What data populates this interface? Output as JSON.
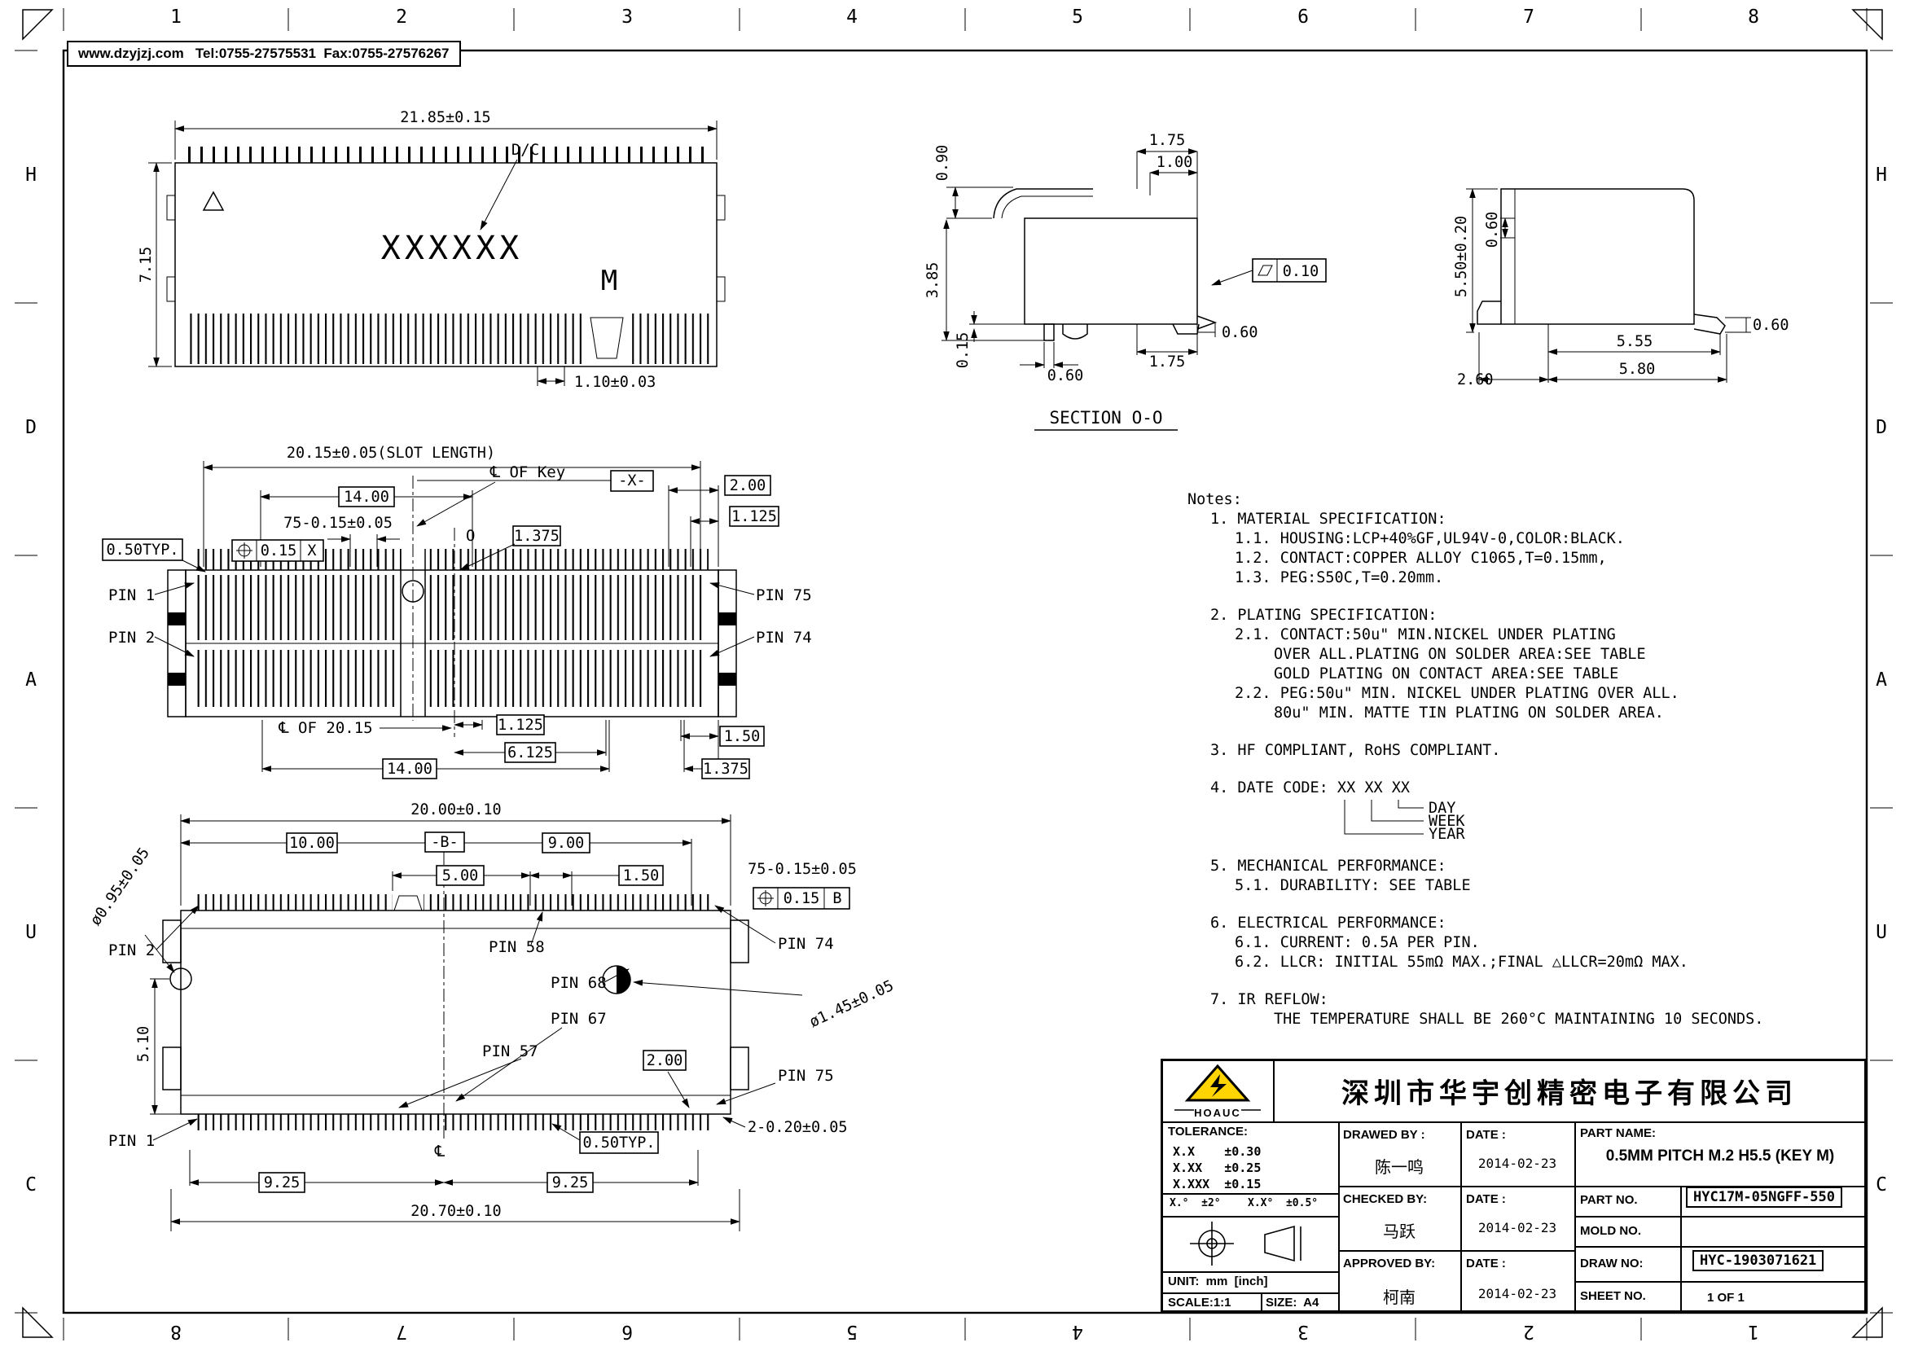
{
  "header": {
    "contact": "www.dzyjzj.com   Tel:0755-27575531  Fax:0755-27576267"
  },
  "frame": {
    "cols": [
      "1",
      "2",
      "3",
      "4",
      "5",
      "6",
      "7",
      "8"
    ],
    "rows": [
      "H",
      "D",
      "A",
      "U",
      "C"
    ]
  },
  "top_view": {
    "dim_width": "21.85±0.15",
    "dc_label": "D/C",
    "marking": "XXXXXX",
    "key_letter": "M",
    "dim_height": "7.15",
    "dim_pitch": "1.10±0.03"
  },
  "section_view": {
    "title": "SECTION O-O",
    "dim_090": "0.90",
    "dim_175_top": "1.75",
    "dim_100": "1.00",
    "flatness": "0.10",
    "dim_385": "3.85",
    "dim_015": "0.15",
    "dim_060_left": "0.60",
    "dim_175_bottom": "1.75",
    "dim_060_right": "0.60"
  },
  "side_view": {
    "dim_height": "5.50±0.20",
    "dim_060_top": "0.60",
    "dim_060_right": "0.60",
    "dim_555": "5.55",
    "dim_260": "2.60",
    "dim_580": "5.80"
  },
  "front_view": {
    "dim_slot": "20.15±0.05(SLOT LENGTH)",
    "dim_1400_top": "14.00",
    "dim_pins": "75-0.15±0.05",
    "fcf_value": "0.15",
    "fcf_datum": "X",
    "dim_1375_top": "1.375",
    "cl_of_key": "℄ OF Key",
    "datum_x": "-X-",
    "dim_200": "2.00",
    "dim_1125_top": "1.125",
    "dim_050typ": "0.50TYP.",
    "section_o_top": "O",
    "pin1": "PIN 1",
    "pin2": "PIN 2",
    "pin75": "PIN 75",
    "pin74": "PIN 74",
    "cl_of_2015": "℄ OF 20.15",
    "dim_1125_bottom": "1.125",
    "dim_6125": "6.125",
    "dim_150": "1.50",
    "dim_1375_bottom": "1.375",
    "dim_1400_bottom": "14.00"
  },
  "bottom_view": {
    "dim_2000": "20.00±0.10",
    "dim_1000": "10.00",
    "datum_b": "-B-",
    "dim_900": "9.00",
    "dim_500": "5.00",
    "dim_150": "1.50",
    "dim_pins": "75-0.15±0.05",
    "fcf_value": "0.15",
    "fcf_datum": "B",
    "dia_small": "ø0.95±0.05",
    "dia_large": "ø1.45±0.05",
    "pin2": "PIN 2",
    "pin58": "PIN 58",
    "pin74": "PIN 74",
    "pin68": "PIN 68",
    "pin67": "PIN 67",
    "pin57": "PIN 57",
    "dim_200": "2.00",
    "pin75": "PIN 75",
    "dim_510": "5.10",
    "pin1": "PIN 1",
    "centerline": "℄",
    "dim_050typ": "0.50TYP.",
    "dim_2_020": "2-0.20±0.05",
    "dim_925_left": "9.25",
    "dim_925_right": "9.25",
    "dim_2070": "20.70±0.10"
  },
  "notes": {
    "title": "Notes:",
    "n1": "1. MATERIAL SPECIFICATION:",
    "n1_1": "1.1. HOUSING:LCP+40%GF,UL94V-0,COLOR:BLACK.",
    "n1_2": "1.2. CONTACT:COPPER ALLOY C1065,T=0.15mm,",
    "n1_3": "1.3. PEG:S50C,T=0.20mm.",
    "n2": "2. PLATING SPECIFICATION:",
    "n2_1a": "2.1. CONTACT:50u\" MIN.NICKEL UNDER PLATING",
    "n2_1b": "OVER ALL.PLATING ON SOLDER AREA:SEE TABLE",
    "n2_1c": "GOLD PLATING ON CONTACT AREA:SEE TABLE",
    "n2_2a": "2.2. PEG:50u\" MIN. NICKEL UNDER PLATING OVER ALL.",
    "n2_2b": "80u\" MIN. MATTE TIN PLATING ON SOLDER AREA.",
    "n3": "3. HF COMPLIANT, RoHS COMPLIANT.",
    "n4": "4. DATE CODE: XX XX XX",
    "n4_day": "DAY",
    "n4_week": "WEEK",
    "n4_year": "YEAR",
    "n5": "5. MECHANICAL PERFORMANCE:",
    "n5_1": "5.1. DURABILITY: SEE TABLE",
    "n6": "6. ELECTRICAL PERFORMANCE:",
    "n6_1": "6.1. CURRENT: 0.5A PER PIN.",
    "n6_2": "6.2. LLCR: INITIAL 55mΩ MAX.;FINAL △LLCR=20mΩ MAX.",
    "n7": "7. IR REFLOW:",
    "n7_1": "THE TEMPERATURE SHALL BE 260°C MAINTAINING 10 SECONDS."
  },
  "title_block": {
    "logo": "HOAUC",
    "company": "深圳市华宇创精密电子有限公司",
    "tolerance_title": "TOLERANCE:",
    "tol1": "X.X    ±0.30",
    "tol2": "X.XX   ±0.25",
    "tol3": "X.XXX  ±0.15",
    "tol_ang1": "X.°  ±2°",
    "tol_ang2": "X.X°  ±0.5°",
    "unit": "UNIT:  mm  [inch]",
    "scale": "SCALE:1:1",
    "size": "SIZE:  A4",
    "drawed_by": "DRAWED BY :",
    "drawed_name": "陈一鸣",
    "checked_by": "CHECKED BY:",
    "checked_name": "马跃",
    "approved_by": "APPROVED BY:",
    "approved_name": "柯南",
    "date_label1": "DATE :",
    "date_label2": "DATE :",
    "date_label3": "DATE :",
    "date1": "2014-02-23",
    "date2": "2014-02-23",
    "date3": "2014-02-23",
    "part_name_label": "PART NAME:",
    "part_name": "0.5MM PITCH M.2 H5.5 (KEY M)",
    "part_no_label": "PART NO.",
    "part_no": "HYC17M-05NGFF-550",
    "mold_no_label": "MOLD NO.",
    "draw_no_label": "DRAW NO:",
    "draw_no": "HYC-1903071621",
    "sheet_no_label": "SHEET NO.",
    "sheet_no": "1 OF 1"
  }
}
